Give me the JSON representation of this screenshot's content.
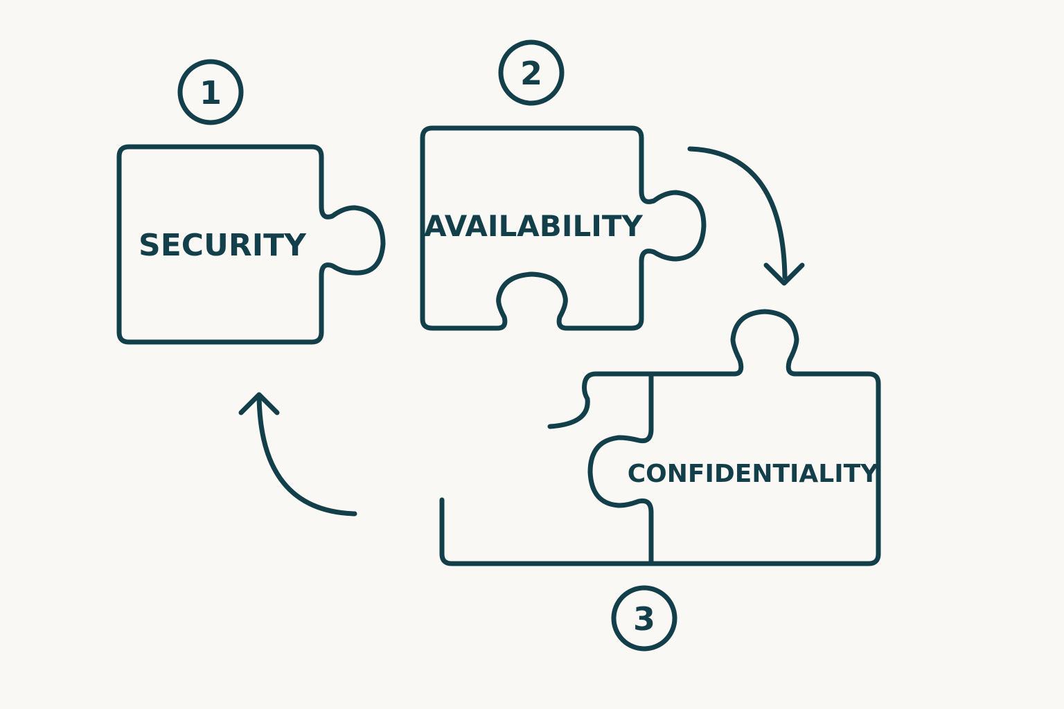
{
  "diagram": {
    "pieces": [
      {
        "step": "1",
        "label": "SECURITY"
      },
      {
        "step": "2",
        "label": "AVAILABILITY"
      },
      {
        "step": "3",
        "label": "CONFIDENTIALITY"
      }
    ],
    "flow": [
      "SECURITY",
      "AVAILABILITY",
      "CONFIDENTIALITY",
      "SECURITY"
    ],
    "colors": {
      "stroke": "#123f4a",
      "background": "#faf8f5"
    }
  }
}
